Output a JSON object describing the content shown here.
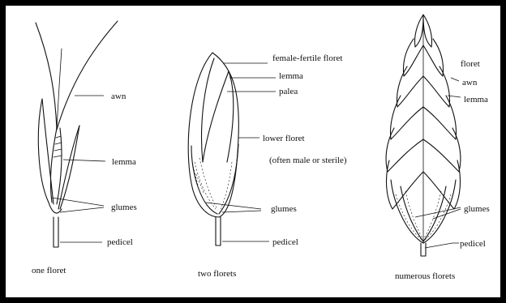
{
  "frame_color": "#000000",
  "panels": [
    {
      "caption": "one floret",
      "labels": {
        "awn": "awn",
        "lemma": "lemma",
        "glumes": "glumes",
        "pedicel": "pedicel"
      }
    },
    {
      "caption": "two florets",
      "labels": {
        "female_fertile_floret": "female-fertile floret",
        "lemma": "lemma",
        "palea": "palea",
        "lower_floret": "lower floret",
        "lower_floret_note": "(often male or sterile)",
        "glumes": "glumes",
        "pedicel": "pedicel"
      }
    },
    {
      "caption": "numerous florets",
      "labels": {
        "floret": "floret",
        "awn": "awn",
        "lemma": "lemma",
        "glumes": "glumes",
        "pedicel": "pedicel"
      }
    }
  ]
}
